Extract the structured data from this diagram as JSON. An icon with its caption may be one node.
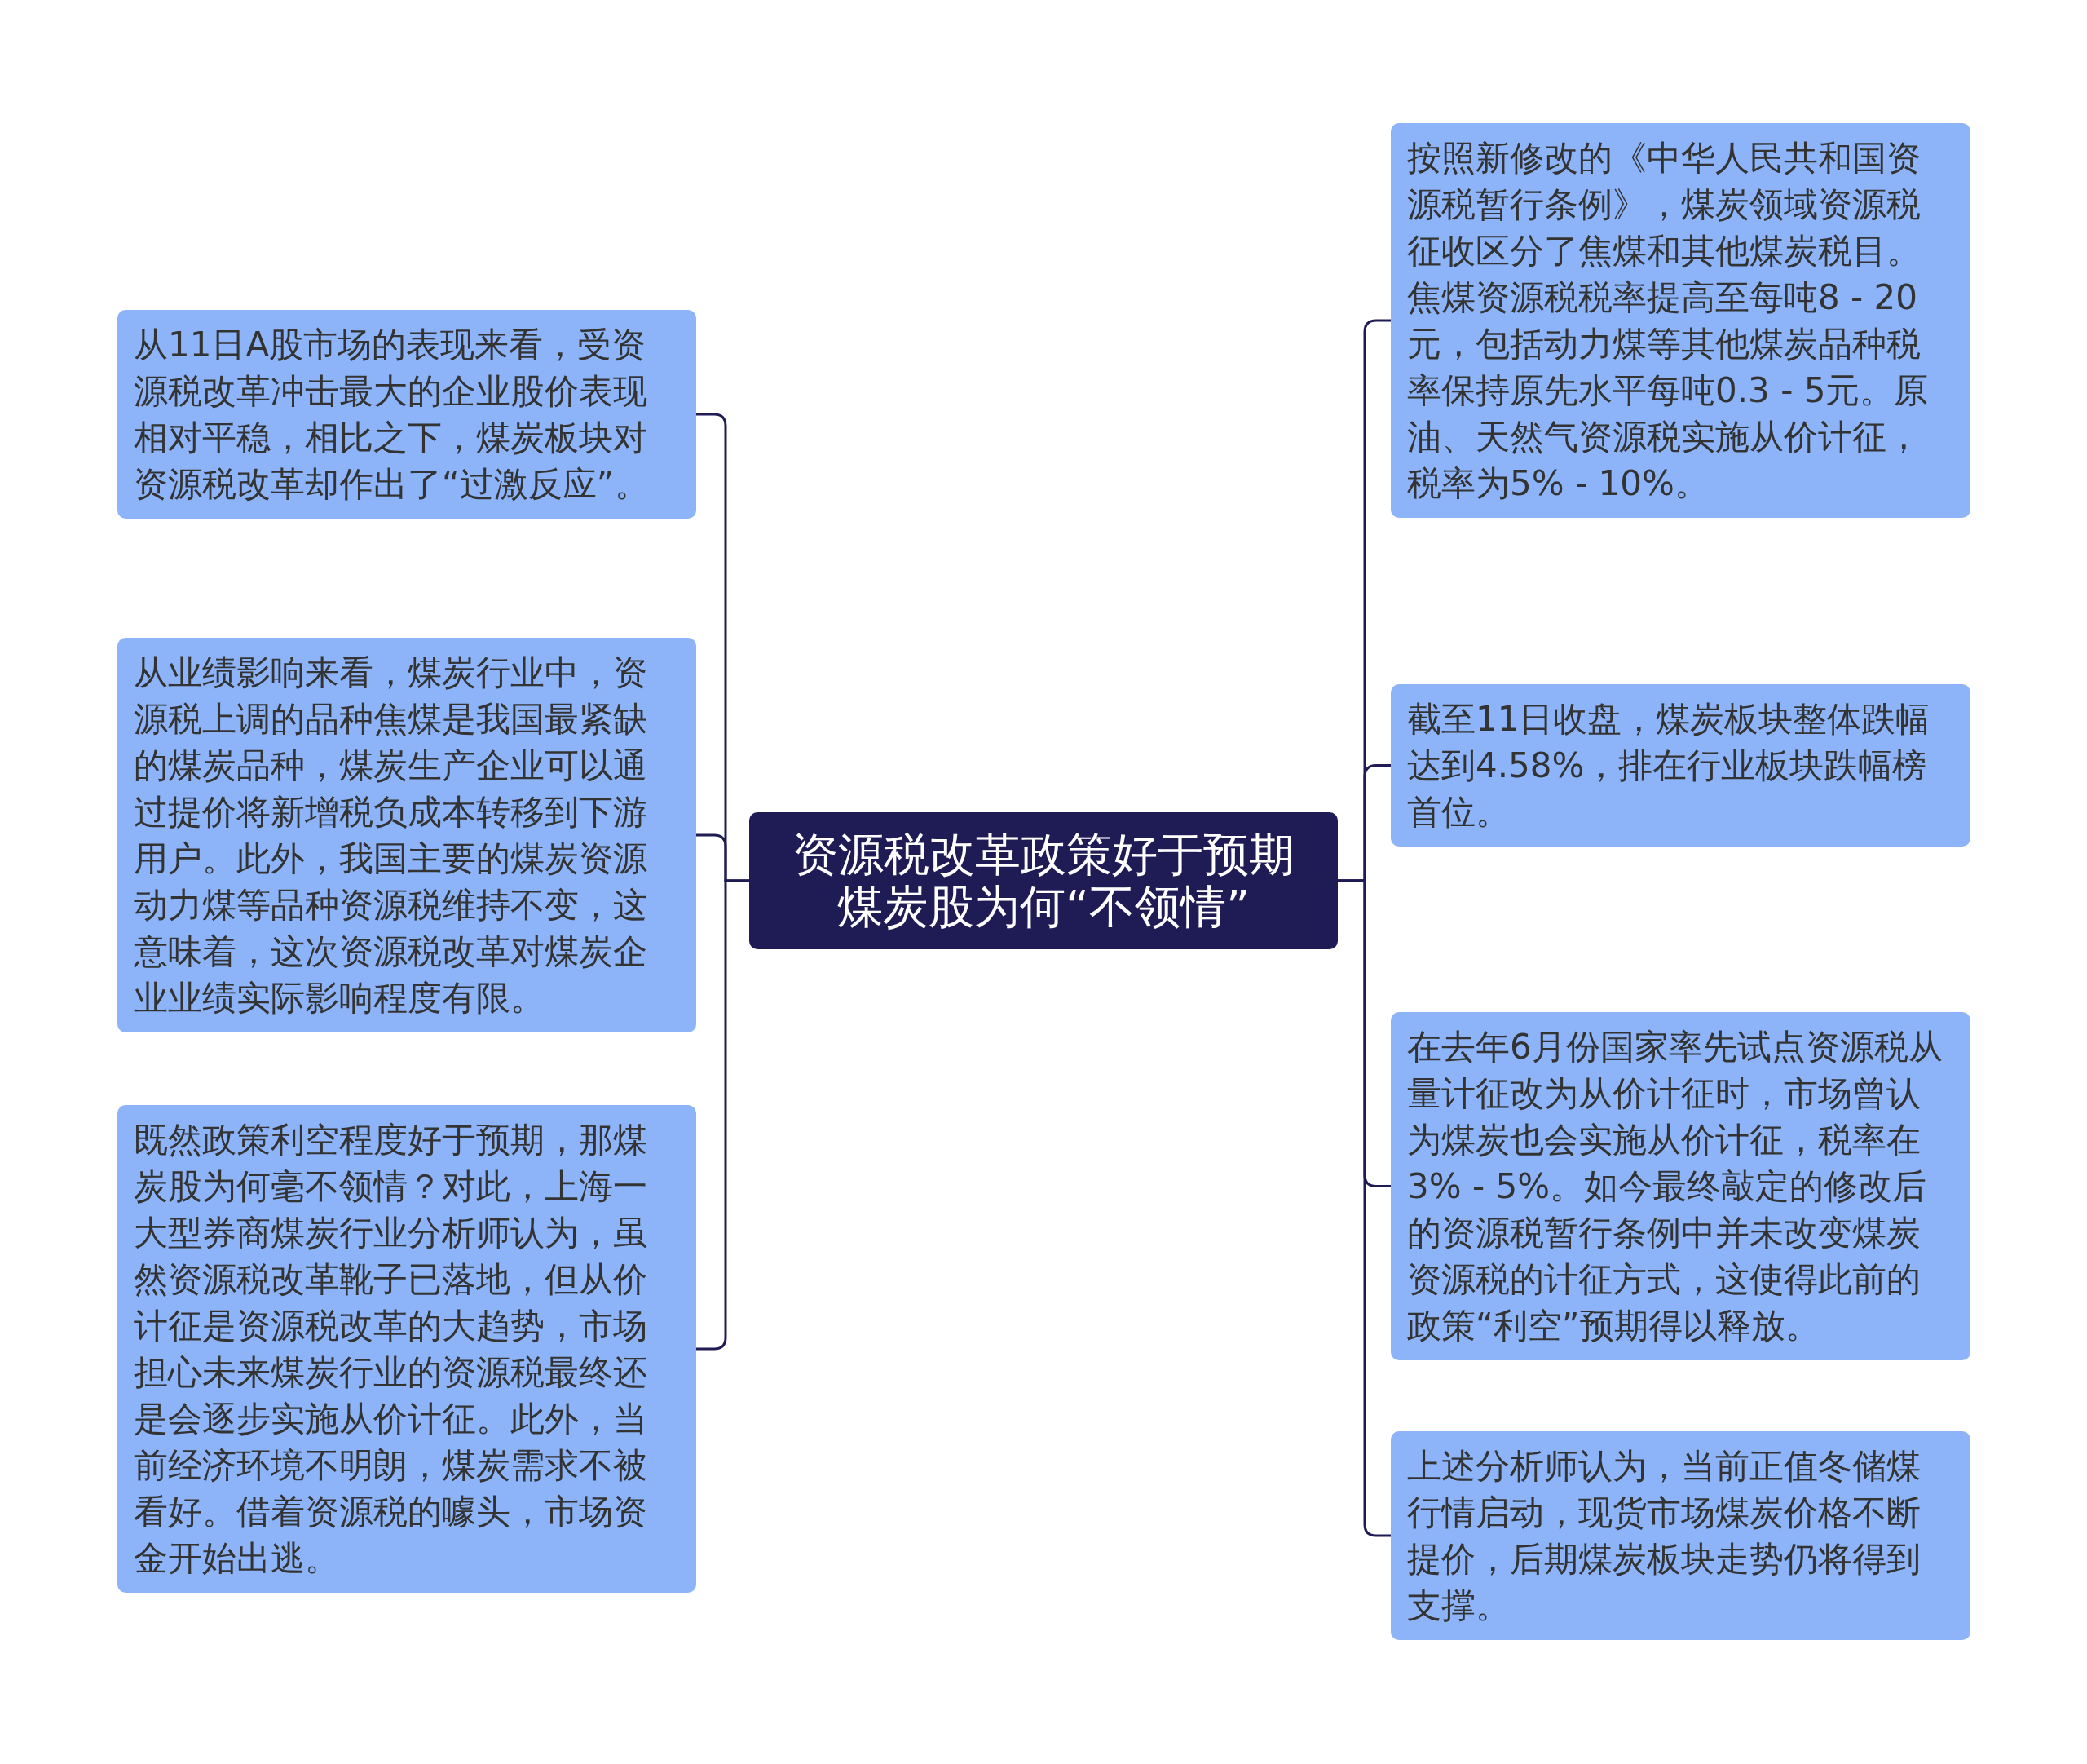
{
  "diagram": {
    "nodes": [
      {
        "text": [
          "资源税改革政策好于预期煤炭股为何“不领情”"
        ]
      },
      {
        "text": [
          "从11日A股市场的表现来看，受资源税改革冲击最大的企业股价表现相对平稳，相比之下，煤炭板块对资源税改革却作出了“过激反应”。"
        ]
      },
      {
        "text": [
          "从业绩影响来看，煤炭行业中，资源税上调的品种焦煤是我国最紧缺的煤炭品种，煤炭生产企业可以通过提价将新增税负成本转移到下游用户。此外，我国主要的煤炭资源动力煤等品种资源税维持不变，这意味着，这次资源税改革对煤炭企业业绩实际影响程度有限。"
        ]
      },
      {
        "text": [
          "既然政策利空程度好于预期，那煤炭股为何毫不领情？对此，上海一大型券商煤炭行业分析师认为，虽然资源税改革靴子已落地，但从价计征是资源税改革的大趋势，市场担心未来煤炭行业的资源税最终还是会逐步实施从价计征。此外，当前经济环境不明朗，煤炭需求不被看好。借着资源税的噱头，市场资金开始出逃。"
        ]
      },
      {
        "text": [
          "按照新修改的《中华人民共和国资源税暂行条例》，煤炭领域资源税征收区分了焦煤和其他煤炭税目。焦煤资源税税率提高至每吨8 - 20元，包括动力煤等其他煤炭品种税率保持原先水平每吨0.3 - 5元。原油、天然气资源税实施从价计征，税率为5% - 10%。"
        ]
      },
      {
        "text": [
          "截至11日收盘，煤炭板块整体跌幅达到4.58%，排在行业板块跌幅榜首位。"
        ]
      },
      {
        "text": [
          "在去年6月份国家率先试点资源税从量计征改为从价计征时，市场曾认为煤炭也会实施从价计征，税率在3% - 5%。如今最终敲定的修改后的资源税暂行条例中并未改变煤炭资源税的计征方式，这使得此前的政策“利空”预期得以释放。"
        ]
      },
      {
        "text": [
          "上述分析师认为，当前正值冬储煤行情启动，现货市场煤炭价格不断提价，后期煤炭板块走势仍将得到支撑。"
        ]
      }
    ],
    "edges": [
      {
        "from": 0,
        "to": 1,
        "arrow": "none"
      },
      {
        "from": 0,
        "to": 2,
        "arrow": "none"
      },
      {
        "from": 0,
        "to": 3,
        "arrow": "none"
      },
      {
        "from": 0,
        "to": 4,
        "arrow": "none"
      },
      {
        "from": 0,
        "to": 5,
        "arrow": "none"
      },
      {
        "from": 0,
        "to": 6,
        "arrow": "none"
      },
      {
        "from": 0,
        "to": 7,
        "arrow": "none"
      }
    ]
  }
}
